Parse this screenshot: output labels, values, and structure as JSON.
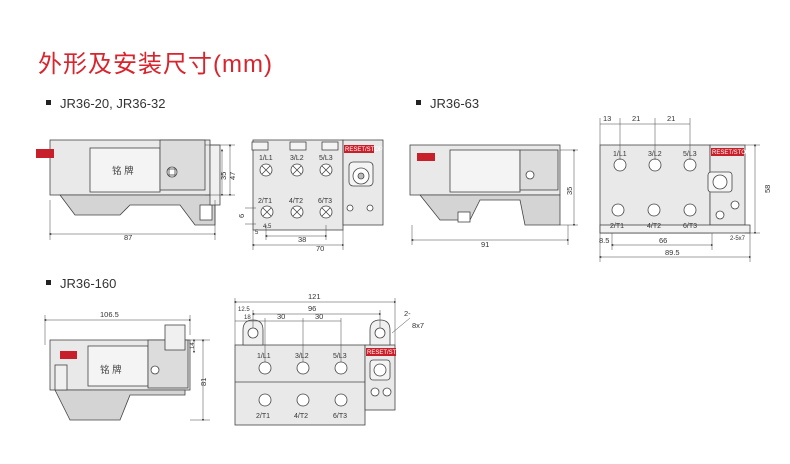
{
  "title": "外形及安装尺寸(mm)",
  "models": {
    "m1": "JR36-20, JR36-32",
    "m2": "JR36-63",
    "m3": "JR36-160"
  },
  "colors": {
    "title": "#d9232d",
    "button": "#c8202a",
    "line": "#444444",
    "body": "#e9e9e9"
  },
  "side1": {
    "plate": "铭  牌",
    "w": "87",
    "h1": "35",
    "h2": "47"
  },
  "front1": {
    "t1": "1/L1",
    "t2": "3/L2",
    "t3": "5/L3",
    "b1": "2/T1",
    "b2": "4/T2",
    "b3": "6/T3",
    "reset": "RESET/STOP",
    "w1": "38",
    "w2": "70",
    "s1": "6",
    "s2": "5",
    "s3": "4.5"
  },
  "side2": {
    "w": "91",
    "h": "35"
  },
  "front2": {
    "d1": "13",
    "d2": "21",
    "d3": "21",
    "t1": "1/L1",
    "t2": "3/L2",
    "t3": "5/L3",
    "b1": "2/T1",
    "b2": "4/T2",
    "b3": "6/T3",
    "reset": "RESET/STOP",
    "h": "58",
    "w1": "8.5",
    "w2": "66",
    "w3": "89.5",
    "hole": "2-5x7"
  },
  "side3": {
    "plate": "铭  牌",
    "w": "106.5",
    "h1": "14",
    "h2": "81"
  },
  "front3": {
    "w1": "121",
    "w2": "96",
    "d1": "12.5",
    "d2": "18",
    "d3": "30",
    "d4": "30",
    "t1": "1/L1",
    "t2": "3/L2",
    "t3": "5/L3",
    "b1": "2/T1",
    "b2": "4/T2",
    "b3": "6/T3",
    "reset": "RESET/STOP",
    "hole1": "2-",
    "hole2": "8x7"
  }
}
